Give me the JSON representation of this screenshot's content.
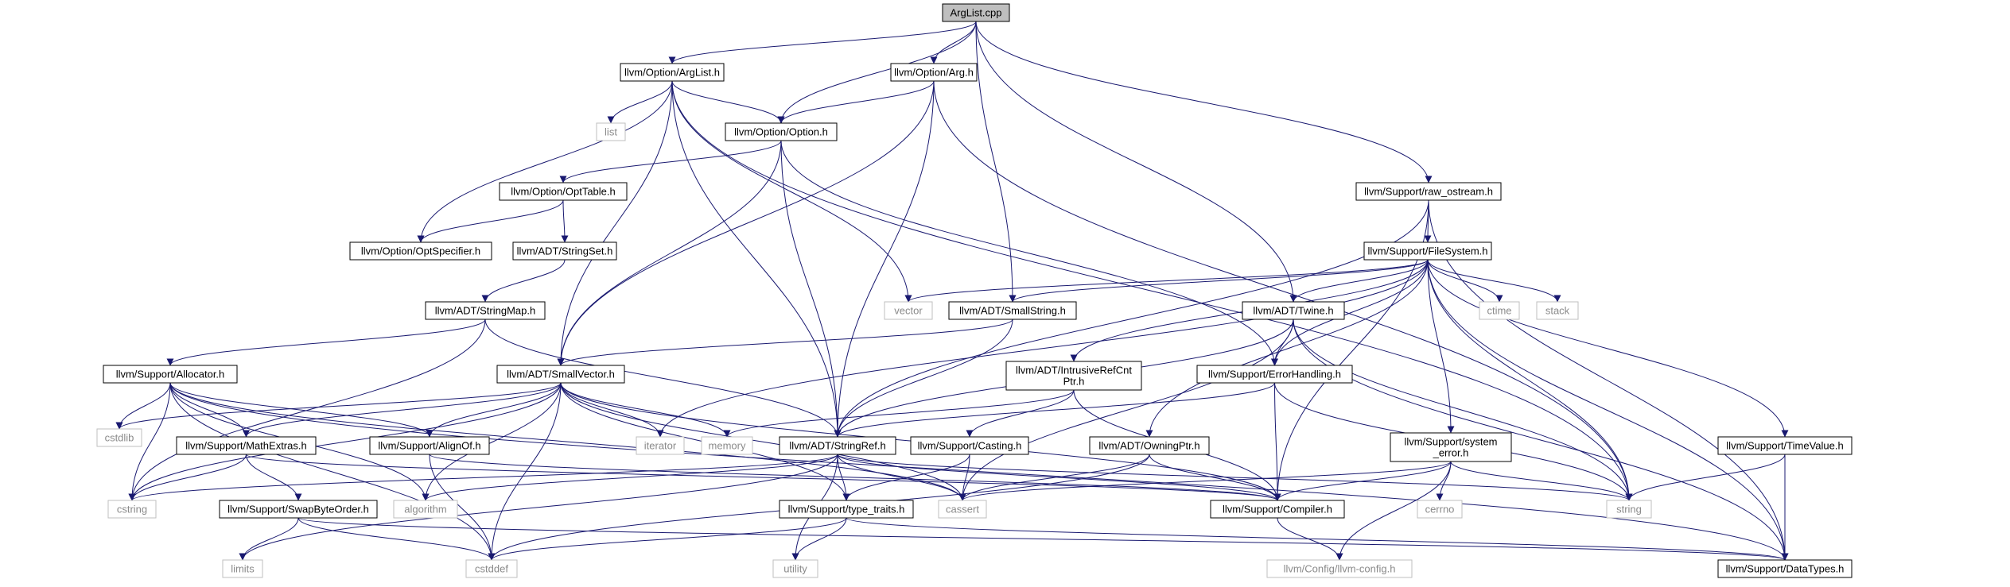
{
  "diagram": {
    "type": "include-dependency-graph",
    "edge_color": "#191970",
    "root_fill": "#bfbfbf",
    "external_border": "#bfbfbf",
    "nodes": [
      {
        "id": "arglist_cpp",
        "label": "ArgList.cpp",
        "root": true
      },
      {
        "id": "opt_arglist_h",
        "label": "llvm/Option/ArgList.h"
      },
      {
        "id": "opt_arg_h",
        "label": "llvm/Option/Arg.h"
      },
      {
        "id": "list",
        "label": "list",
        "external": true
      },
      {
        "id": "opt_option_h",
        "label": "llvm/Option/Option.h"
      },
      {
        "id": "opt_opttable_h",
        "label": "llvm/Option/OptTable.h"
      },
      {
        "id": "opt_optspecifier_h",
        "label": "llvm/Option/OptSpecifier.h"
      },
      {
        "id": "adt_stringset_h",
        "label": "llvm/ADT/StringSet.h"
      },
      {
        "id": "adt_stringmap_h",
        "label": "llvm/ADT/StringMap.h"
      },
      {
        "id": "vector",
        "label": "vector",
        "external": true
      },
      {
        "id": "adt_smallstring_h",
        "label": "llvm/ADT/SmallString.h"
      },
      {
        "id": "sup_raw_ostream_h",
        "label": "llvm/Support/raw_ostream.h"
      },
      {
        "id": "sup_filesystem_h",
        "label": "llvm/Support/FileSystem.h"
      },
      {
        "id": "adt_twine_h",
        "label": "llvm/ADT/Twine.h"
      },
      {
        "id": "ctime",
        "label": "ctime",
        "external": true
      },
      {
        "id": "stack",
        "label": "stack",
        "external": true
      },
      {
        "id": "sup_allocator_h",
        "label": "llvm/Support/Allocator.h"
      },
      {
        "id": "adt_smallvector_h",
        "label": "llvm/ADT/SmallVector.h"
      },
      {
        "id": "adt_intrusiverefcntptr_h",
        "label": "llvm/ADT/IntrusiveRefCnt\nPtr.h"
      },
      {
        "id": "sup_errorhandling_h",
        "label": "llvm/Support/ErrorHandling.h"
      },
      {
        "id": "cstdlib",
        "label": "cstdlib",
        "external": true
      },
      {
        "id": "sup_mathextras_h",
        "label": "llvm/Support/MathExtras.h"
      },
      {
        "id": "sup_alignof_h",
        "label": "llvm/Support/AlignOf.h"
      },
      {
        "id": "iterator",
        "label": "iterator",
        "external": true
      },
      {
        "id": "memory",
        "label": "memory",
        "external": true
      },
      {
        "id": "adt_stringref_h",
        "label": "llvm/ADT/StringRef.h"
      },
      {
        "id": "sup_casting_h",
        "label": "llvm/Support/Casting.h"
      },
      {
        "id": "adt_owningptr_h",
        "label": "llvm/ADT/OwningPtr.h"
      },
      {
        "id": "sup_system_error_h",
        "label": "llvm/Support/system\n_error.h"
      },
      {
        "id": "sup_timevalue_h",
        "label": "llvm/Support/TimeValue.h"
      },
      {
        "id": "cstring",
        "label": "cstring",
        "external": true
      },
      {
        "id": "algorithm",
        "label": "algorithm",
        "external": true
      },
      {
        "id": "sup_swapbyteorder_h",
        "label": "llvm/Support/SwapByteOrder.h"
      },
      {
        "id": "sup_type_traits_h",
        "label": "llvm/Support/type_traits.h"
      },
      {
        "id": "cassert",
        "label": "cassert",
        "external": true
      },
      {
        "id": "sup_compiler_h",
        "label": "llvm/Support/Compiler.h"
      },
      {
        "id": "cerrno",
        "label": "cerrno",
        "external": true
      },
      {
        "id": "string",
        "label": "string",
        "external": true
      },
      {
        "id": "limits",
        "label": "limits",
        "external": true
      },
      {
        "id": "cstddef",
        "label": "cstddef",
        "external": true
      },
      {
        "id": "utility",
        "label": "utility",
        "external": true
      },
      {
        "id": "cfg_llvm_config_h",
        "label": "llvm/Config/llvm-config.h",
        "external": true
      },
      {
        "id": "sup_datatypes_h",
        "label": "llvm/Support/DataTypes.h"
      }
    ],
    "edges": [
      [
        "arglist_cpp",
        "opt_arglist_h"
      ],
      [
        "arglist_cpp",
        "opt_arg_h"
      ],
      [
        "arglist_cpp",
        "opt_option_h"
      ],
      [
        "arglist_cpp",
        "adt_smallstring_h"
      ],
      [
        "arglist_cpp",
        "adt_twine_h"
      ],
      [
        "arglist_cpp",
        "sup_raw_ostream_h"
      ],
      [
        "opt_arglist_h",
        "list"
      ],
      [
        "opt_arglist_h",
        "opt_option_h"
      ],
      [
        "opt_arglist_h",
        "opt_optspecifier_h"
      ],
      [
        "opt_arglist_h",
        "vector"
      ],
      [
        "opt_arglist_h",
        "adt_smallvector_h"
      ],
      [
        "opt_arglist_h",
        "adt_stringref_h"
      ],
      [
        "opt_arglist_h",
        "string"
      ],
      [
        "opt_arg_h",
        "opt_option_h"
      ],
      [
        "opt_arg_h",
        "adt_smallvector_h"
      ],
      [
        "opt_arg_h",
        "adt_stringref_h"
      ],
      [
        "opt_arg_h",
        "string"
      ],
      [
        "opt_option_h",
        "opt_opttable_h"
      ],
      [
        "opt_option_h",
        "adt_smallvector_h"
      ],
      [
        "opt_option_h",
        "adt_stringref_h"
      ],
      [
        "opt_option_h",
        "sup_errorhandling_h"
      ],
      [
        "opt_opttable_h",
        "opt_optspecifier_h"
      ],
      [
        "opt_opttable_h",
        "adt_stringset_h"
      ],
      [
        "adt_stringset_h",
        "adt_stringmap_h"
      ],
      [
        "adt_stringmap_h",
        "sup_allocator_h"
      ],
      [
        "adt_stringmap_h",
        "adt_stringref_h"
      ],
      [
        "adt_stringmap_h",
        "cstring"
      ],
      [
        "adt_smallstring_h",
        "adt_smallvector_h"
      ],
      [
        "adt_smallstring_h",
        "adt_stringref_h"
      ],
      [
        "sup_raw_ostream_h",
        "sup_filesystem_h"
      ],
      [
        "sup_raw_ostream_h",
        "adt_stringref_h"
      ],
      [
        "sup_raw_ostream_h",
        "sup_compiler_h"
      ],
      [
        "sup_raw_ostream_h",
        "sup_datatypes_h"
      ],
      [
        "sup_filesystem_h",
        "vector"
      ],
      [
        "sup_filesystem_h",
        "adt_smallstring_h"
      ],
      [
        "sup_filesystem_h",
        "adt_twine_h"
      ],
      [
        "sup_filesystem_h",
        "ctime"
      ],
      [
        "sup_filesystem_h",
        "stack"
      ],
      [
        "sup_filesystem_h",
        "iterator"
      ],
      [
        "sup_filesystem_h",
        "adt_intrusiverefcntptr_h"
      ],
      [
        "sup_filesystem_h",
        "sup_errorhandling_h"
      ],
      [
        "sup_filesystem_h",
        "adt_owningptr_h"
      ],
      [
        "sup_filesystem_h",
        "sup_system_error_h"
      ],
      [
        "sup_filesystem_h",
        "sup_timevalue_h"
      ],
      [
        "sup_filesystem_h",
        "string"
      ],
      [
        "sup_filesystem_h",
        "sup_datatypes_h"
      ],
      [
        "adt_twine_h",
        "adt_stringref_h"
      ],
      [
        "adt_twine_h",
        "sup_errorhandling_h"
      ],
      [
        "adt_twine_h",
        "cassert"
      ],
      [
        "adt_twine_h",
        "string"
      ],
      [
        "adt_twine_h",
        "sup_datatypes_h"
      ],
      [
        "sup_allocator_h",
        "cstdlib"
      ],
      [
        "sup_allocator_h",
        "sup_mathextras_h"
      ],
      [
        "sup_allocator_h",
        "sup_alignof_h"
      ],
      [
        "sup_allocator_h",
        "cstring"
      ],
      [
        "sup_allocator_h",
        "algorithm"
      ],
      [
        "sup_allocator_h",
        "cassert"
      ],
      [
        "sup_allocator_h",
        "cstddef"
      ],
      [
        "sup_allocator_h",
        "sup_datatypes_h"
      ],
      [
        "adt_smallvector_h",
        "cstdlib"
      ],
      [
        "adt_smallvector_h",
        "sup_mathextras_h"
      ],
      [
        "adt_smallvector_h",
        "sup_alignof_h"
      ],
      [
        "adt_smallvector_h",
        "iterator"
      ],
      [
        "adt_smallvector_h",
        "memory"
      ],
      [
        "adt_smallvector_h",
        "cstring"
      ],
      [
        "adt_smallvector_h",
        "algorithm"
      ],
      [
        "adt_smallvector_h",
        "sup_type_traits_h"
      ],
      [
        "adt_smallvector_h",
        "cassert"
      ],
      [
        "adt_smallvector_h",
        "sup_compiler_h"
      ],
      [
        "adt_smallvector_h",
        "cstddef"
      ],
      [
        "adt_intrusiverefcntptr_h",
        "memory"
      ],
      [
        "adt_intrusiverefcntptr_h",
        "sup_casting_h"
      ],
      [
        "adt_intrusiverefcntptr_h",
        "sup_compiler_h"
      ],
      [
        "sup_errorhandling_h",
        "adt_stringref_h"
      ],
      [
        "sup_errorhandling_h",
        "sup_compiler_h"
      ],
      [
        "sup_errorhandling_h",
        "string"
      ],
      [
        "sup_mathextras_h",
        "sup_swapbyteorder_h"
      ],
      [
        "sup_mathextras_h",
        "cstring"
      ],
      [
        "sup_mathextras_h",
        "sup_compiler_h"
      ],
      [
        "sup_alignof_h",
        "cstddef"
      ],
      [
        "sup_alignof_h",
        "sup_compiler_h"
      ],
      [
        "adt_stringref_h",
        "cstring"
      ],
      [
        "adt_stringref_h",
        "algorithm"
      ],
      [
        "adt_stringref_h",
        "sup_type_traits_h"
      ],
      [
        "adt_stringref_h",
        "cassert"
      ],
      [
        "adt_stringref_h",
        "limits"
      ],
      [
        "adt_stringref_h",
        "utility"
      ],
      [
        "adt_stringref_h",
        "string"
      ],
      [
        "adt_stringref_h",
        "sup_compiler_h"
      ],
      [
        "sup_casting_h",
        "sup_type_traits_h"
      ],
      [
        "sup_casting_h",
        "cassert"
      ],
      [
        "adt_owningptr_h",
        "cassert"
      ],
      [
        "adt_owningptr_h",
        "cstddef"
      ],
      [
        "adt_owningptr_h",
        "sup_compiler_h"
      ],
      [
        "sup_system_error_h",
        "cassert"
      ],
      [
        "sup_system_error_h",
        "sup_compiler_h"
      ],
      [
        "sup_system_error_h",
        "cerrno"
      ],
      [
        "sup_system_error_h",
        "string"
      ],
      [
        "sup_system_error_h",
        "cfg_llvm_config_h"
      ],
      [
        "sup_timevalue_h",
        "string"
      ],
      [
        "sup_timevalue_h",
        "sup_datatypes_h"
      ],
      [
        "sup_swapbyteorder_h",
        "limits"
      ],
      [
        "sup_swapbyteorder_h",
        "cstddef"
      ],
      [
        "sup_swapbyteorder_h",
        "sup_datatypes_h"
      ],
      [
        "sup_type_traits_h",
        "cstddef"
      ],
      [
        "sup_type_traits_h",
        "utility"
      ],
      [
        "sup_type_traits_h",
        "sup_datatypes_h"
      ],
      [
        "sup_compiler_h",
        "cfg_llvm_config_h"
      ]
    ]
  }
}
